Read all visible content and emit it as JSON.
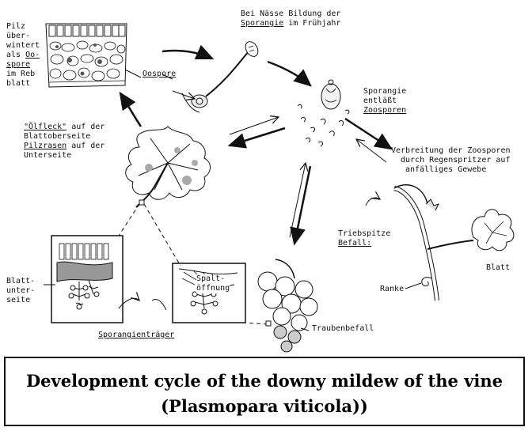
{
  "labels": {
    "pilz_1": "Pilz",
    "pilz_2": "über-",
    "pilz_3": "wintert",
    "pilz_4a": "als ",
    "pilz_4b": "Oo-",
    "pilz_5": "spore",
    "pilz_6": "im Reb",
    "pilz_7": "blatt",
    "oospore": "Oospore",
    "naesse_1": "Bei Nässe Bildung der",
    "naesse_2a": "Sporangie",
    "naesse_2b": " im Frühjahr",
    "sporangie_1": "Sporangie",
    "sporangie_2": "entläßt",
    "sporangie_3": "Zoosporen",
    "verbreitung_1": "Verbreitung der Zoosporen",
    "verbreitung_2": "durch Regenspritzer auf",
    "verbreitung_3": "anfälliges Gewebe",
    "oelfleck_1a": "\"Ölfleck\"",
    "oelfleck_1b": " auf der",
    "oelfleck_2": "Blattoberseite",
    "oelfleck_3a": "Pilzrasen",
    "oelfleck_3b": " auf der",
    "oelfleck_4": "Unterseite",
    "triebspitze_1": "Triebspitze",
    "triebspitze_2": "Befall:",
    "blatt": "Blatt",
    "ranke": "Ranke",
    "blattunterseite_1": "Blatt-",
    "blattunterseite_2": "unter-",
    "blattunterseite_3": "seite",
    "spalt_1": "Spalt-",
    "spalt_2": "öffnung",
    "sporangientraeger": "Sporangienträger",
    "traubenbefall": "Traubenbefall"
  },
  "caption": {
    "line1": "Development cycle of the downy mildew of the vine",
    "line2": "(Plasmopara viticola))"
  }
}
